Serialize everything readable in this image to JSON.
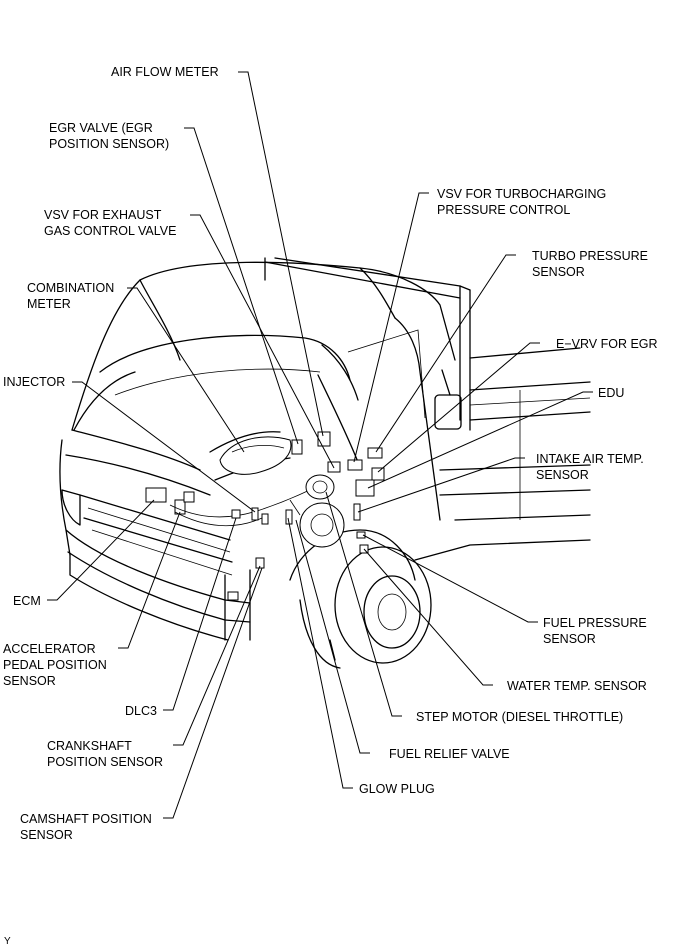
{
  "labels": {
    "air_flow_meter": [
      "AIR FLOW METER"
    ],
    "egr_valve": [
      "EGR VALVE (EGR",
      "POSITION SENSOR)"
    ],
    "vsv_exhaust": [
      "VSV FOR EXHAUST",
      "GAS CONTROL VALVE"
    ],
    "combination_meter": [
      "COMBINATION",
      "METER"
    ],
    "injector": [
      "INJECTOR"
    ],
    "ecm": [
      "ECM"
    ],
    "accelerator": [
      "ACCELERATOR",
      "PEDAL POSITION",
      "SENSOR"
    ],
    "dlc3": [
      "DLC3"
    ],
    "crankshaft": [
      "CRANKSHAFT",
      "POSITION SENSOR"
    ],
    "camshaft": [
      "CAMSHAFT POSITION",
      "SENSOR"
    ],
    "vsv_turbo": [
      "VSV FOR TURBOCHARGING",
      "PRESSURE CONTROL"
    ],
    "turbo_pressure": [
      "TURBO PRESSURE",
      "SENSOR"
    ],
    "evrv": [
      "E−VRV FOR EGR"
    ],
    "edu": [
      "EDU"
    ],
    "intake_air": [
      "INTAKE AIR TEMP.",
      "SENSOR"
    ],
    "fuel_pressure": [
      "FUEL PRESSURE",
      "SENSOR"
    ],
    "water_temp": [
      "WATER TEMP. SENSOR"
    ],
    "step_motor": [
      "STEP MOTOR (DIESEL THROTTLE)"
    ],
    "fuel_relief": [
      "FUEL RELIEF VALVE"
    ],
    "glow_plug": [
      "GLOW PLUG"
    ]
  },
  "footer_code": "Y"
}
